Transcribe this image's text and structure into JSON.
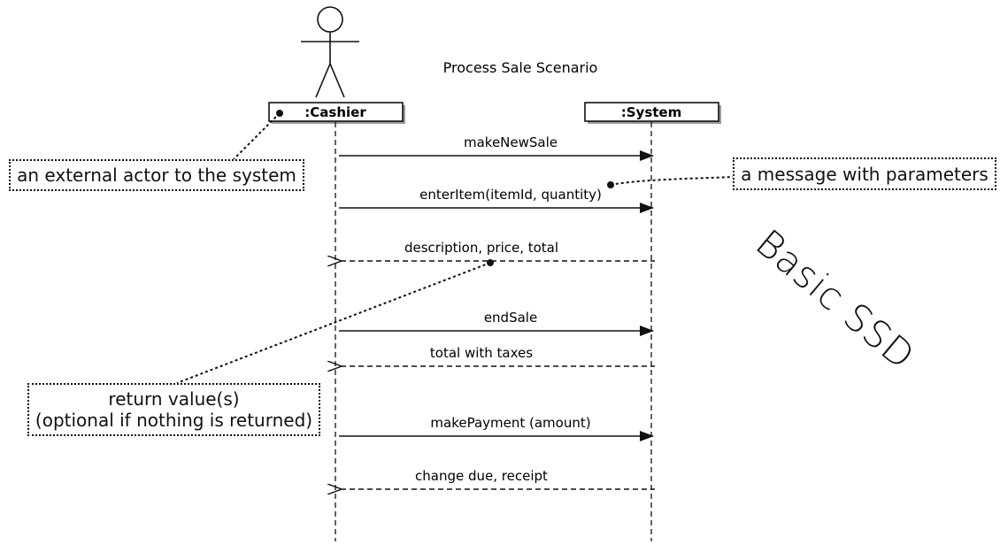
{
  "diagram": {
    "title": "Process Sale Scenario",
    "watermark": "Basic SSD",
    "lifelines": [
      {
        "id": "cashier",
        "label": ":Cashier",
        "is_actor": true
      },
      {
        "id": "system",
        "label": ":System",
        "is_actor": false
      }
    ],
    "messages": [
      {
        "label": "makeNewSale",
        "from": "cashier",
        "to": "system",
        "kind": "call"
      },
      {
        "label": "enterItem(itemId, quantity)",
        "from": "cashier",
        "to": "system",
        "kind": "call"
      },
      {
        "label": "description, price, total",
        "from": "system",
        "to": "cashier",
        "kind": "return"
      },
      {
        "label": "endSale",
        "from": "cashier",
        "to": "system",
        "kind": "call"
      },
      {
        "label": "total with taxes",
        "from": "system",
        "to": "cashier",
        "kind": "return"
      },
      {
        "label": "makePayment (amount)",
        "from": "cashier",
        "to": "system",
        "kind": "call"
      },
      {
        "label": "change due, receipt",
        "from": "system",
        "to": "cashier",
        "kind": "return"
      }
    ],
    "notes": [
      {
        "id": "actor_note",
        "lines": [
          "an external actor to the system"
        ]
      },
      {
        "id": "param_note",
        "lines": [
          "a message with parameters"
        ]
      },
      {
        "id": "return_note",
        "lines": [
          "return value(s)",
          "(optional if nothing is returned)"
        ]
      }
    ],
    "colors": {
      "ink": "#111111",
      "box_fill": "#ffffff",
      "shadow": "#9a9a9a"
    }
  }
}
